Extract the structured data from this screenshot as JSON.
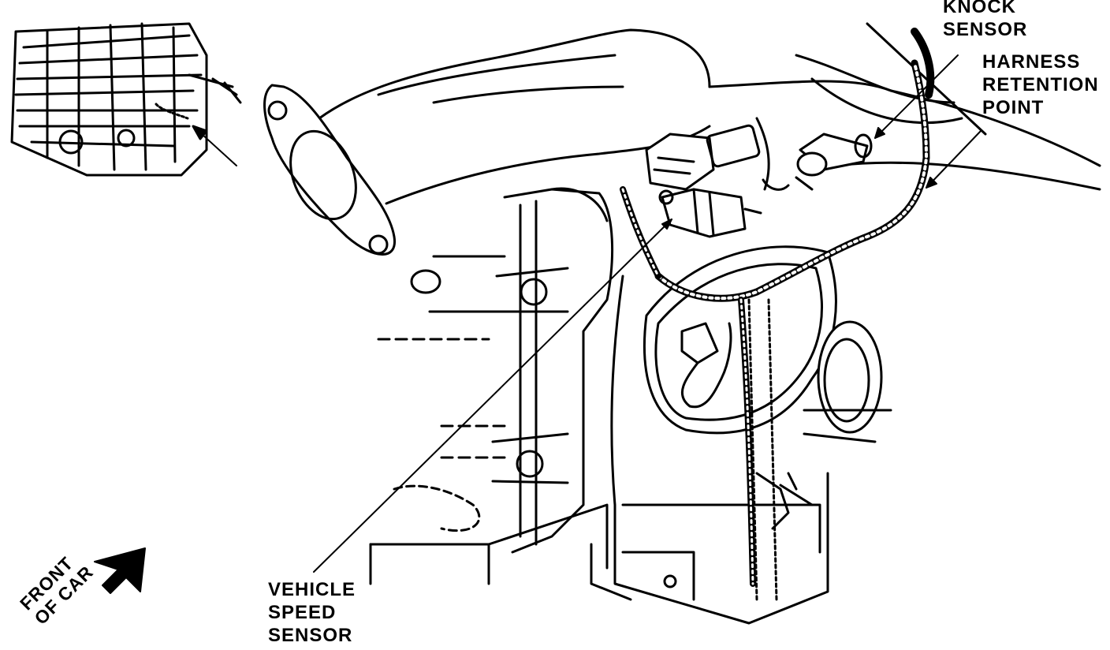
{
  "labels": {
    "knock_sensor": [
      "KNOCK",
      "SENSOR"
    ],
    "harness_retention_point": [
      "HARNESS",
      "RETENTION",
      "POINT"
    ],
    "vehicle_speed_sensor": [
      "VEHICLE",
      "SPEED",
      "SENSOR"
    ],
    "front_of_car": [
      "FRONT",
      "OF CAR"
    ]
  },
  "icons": {
    "direction_arrow": "front-arrow-icon"
  },
  "colors": {
    "ink": "#000000",
    "paper": "#ffffff"
  }
}
